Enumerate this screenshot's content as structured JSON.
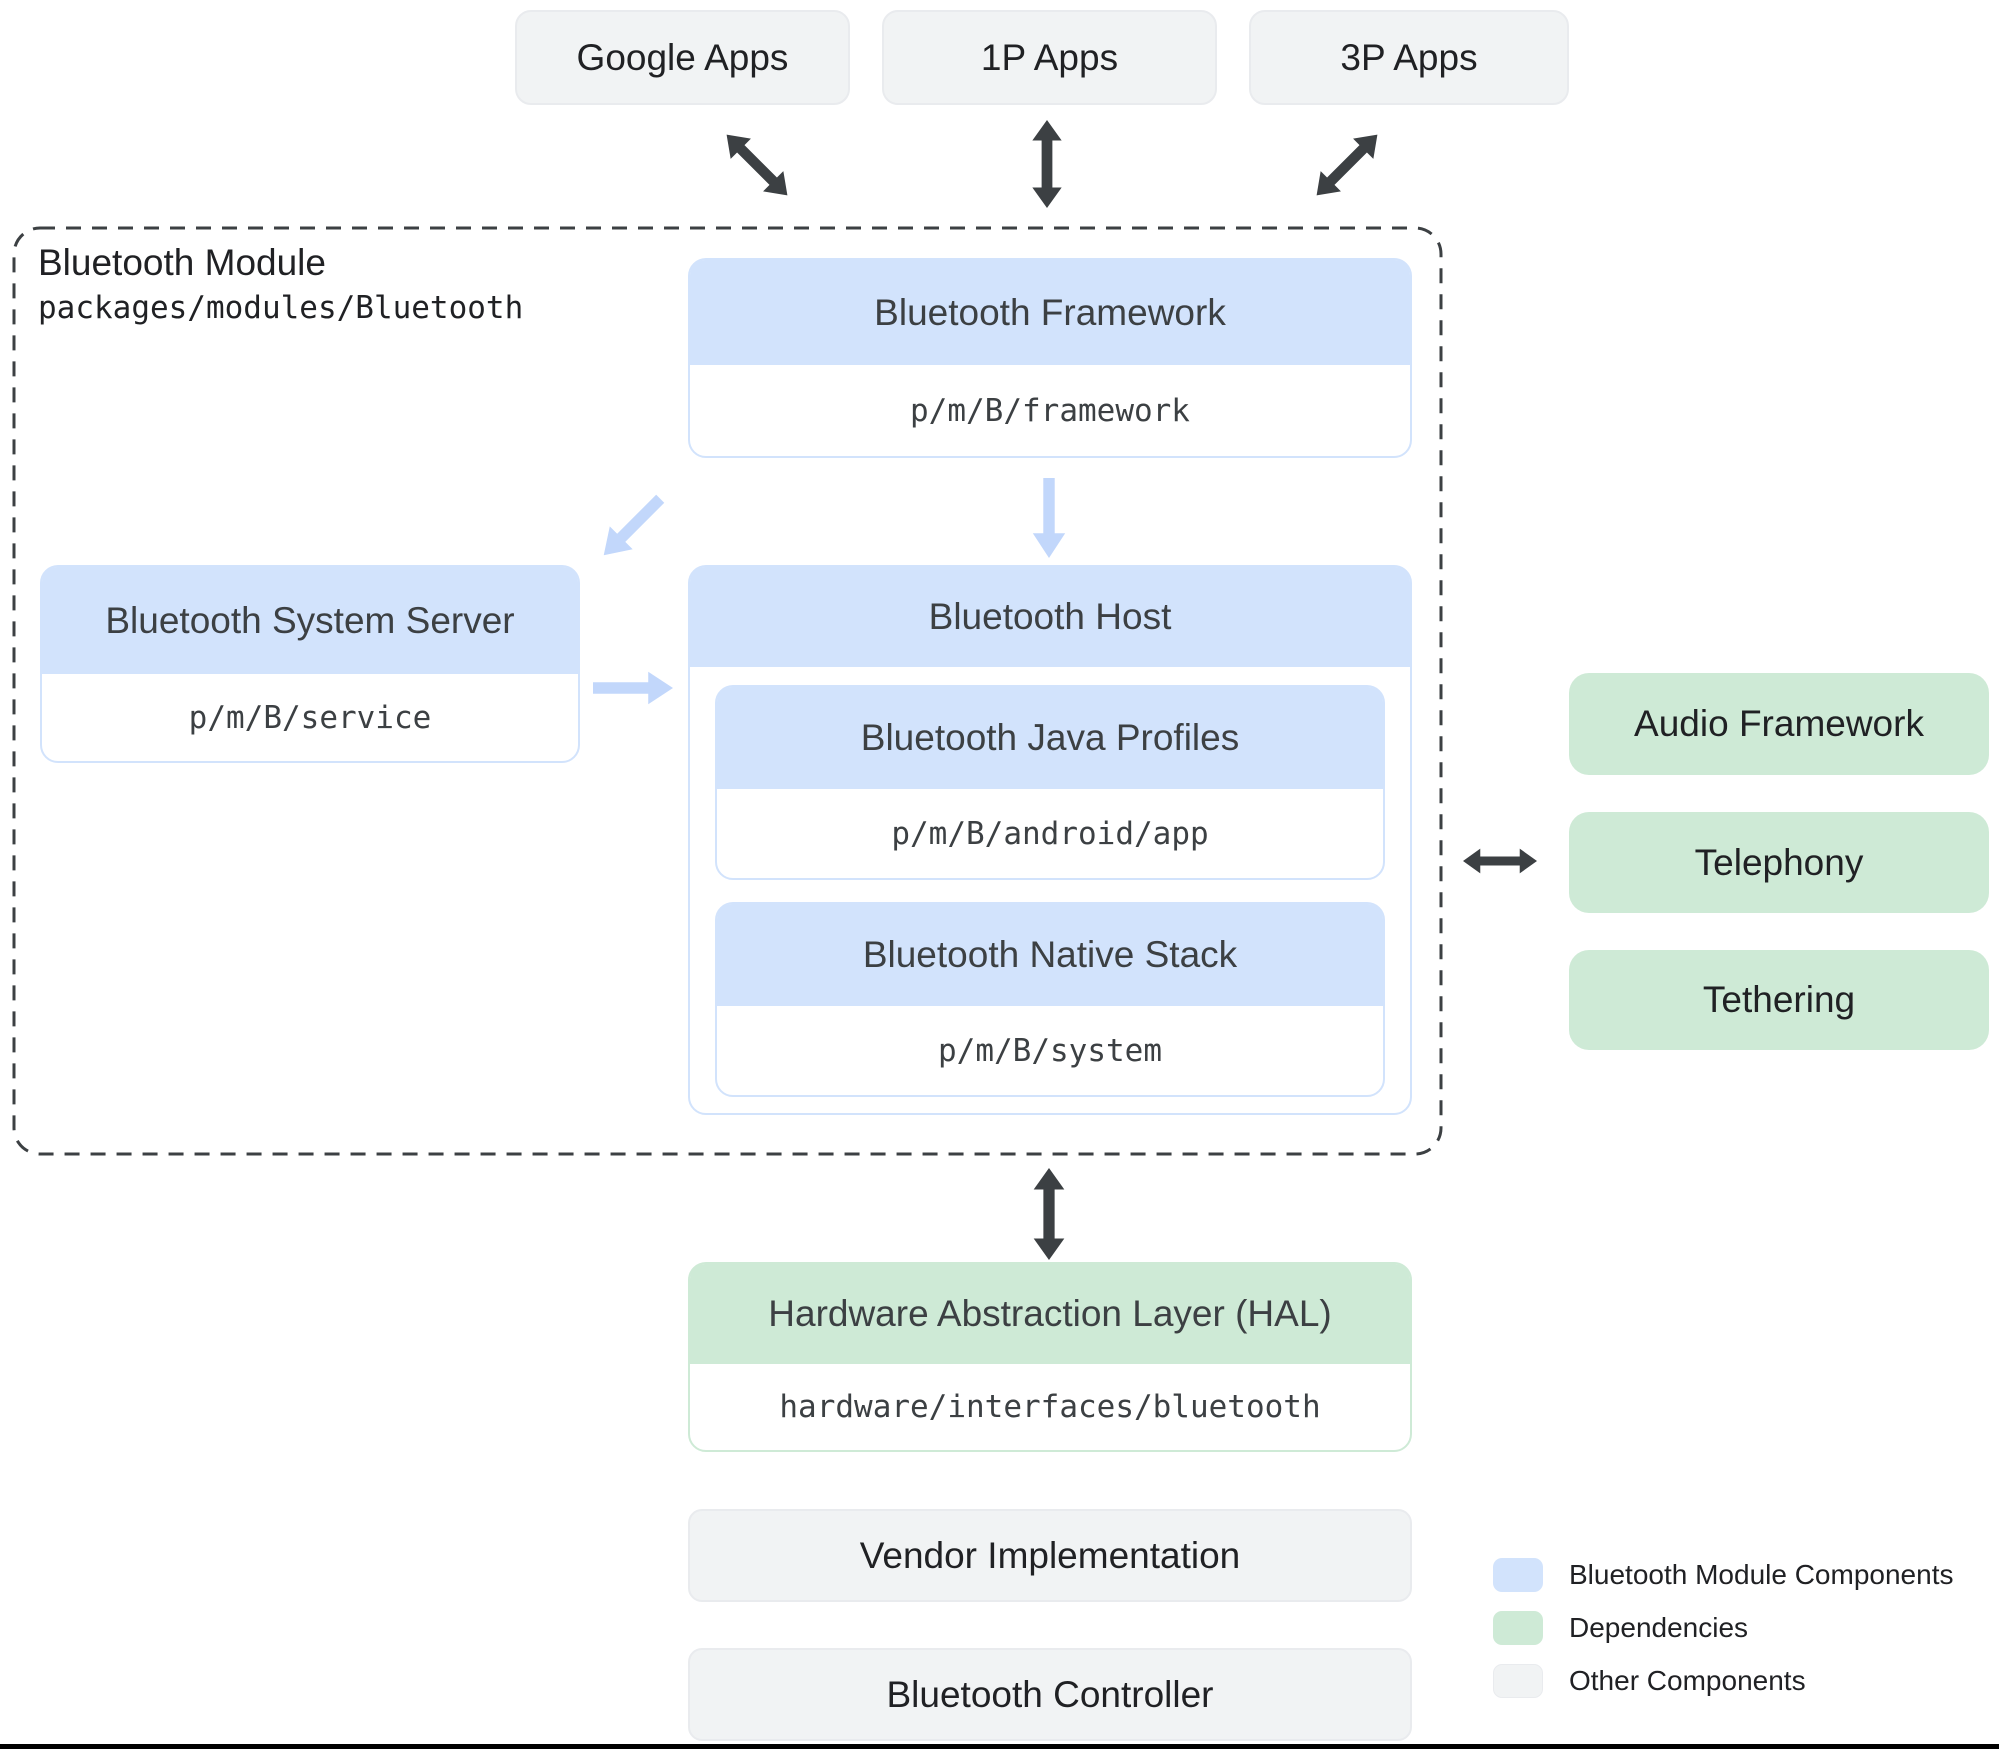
{
  "apps": [
    {
      "label": "Google Apps"
    },
    {
      "label": "1P Apps"
    },
    {
      "label": "3P Apps"
    }
  ],
  "module": {
    "title": "Bluetooth Module",
    "path": "packages/modules/Bluetooth",
    "framework": {
      "title": "Bluetooth Framework",
      "path": "p/m/B/framework"
    },
    "system_server": {
      "title": "Bluetooth System Server",
      "path": "p/m/B/service"
    },
    "host": {
      "title": "Bluetooth Host",
      "children": [
        {
          "title": "Bluetooth Java Profiles",
          "path": "p/m/B/android/app"
        },
        {
          "title": "Bluetooth Native Stack",
          "path": "p/m/B/system"
        }
      ]
    }
  },
  "dependencies": [
    {
      "label": "Audio Framework"
    },
    {
      "label": "Telephony"
    },
    {
      "label": "Tethering"
    }
  ],
  "hal": {
    "title": "Hardware Abstraction Layer (HAL)",
    "path": "hardware/interfaces/bluetooth"
  },
  "other_components": [
    {
      "label": "Vendor Implementation"
    },
    {
      "label": "Bluetooth Controller"
    }
  ],
  "legend": [
    {
      "label": "Bluetooth Module Components",
      "color": "#d2e3fc"
    },
    {
      "label": "Dependencies",
      "color": "#ceead6"
    },
    {
      "label": "Other Components",
      "color": "#f1f3f4"
    }
  ],
  "colors": {
    "module_component_fill": "#d2e3fc",
    "dependency_fill": "#ceead6",
    "other_fill": "#f1f3f4",
    "dark_arrow": "#3c4043",
    "light_arrow": "#c2d7fb",
    "box_text": "#3c4043",
    "label_text": "#202124"
  }
}
